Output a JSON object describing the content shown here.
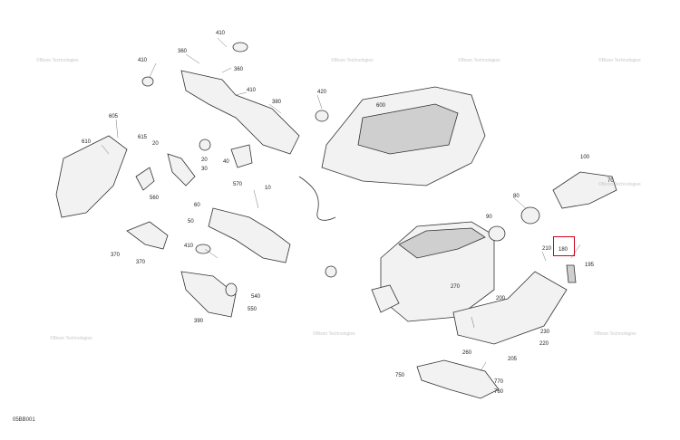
{
  "colors": {
    "line": "#333333",
    "fill": "#f2f2f2",
    "shade": "#cfcfcf",
    "highlight": "#d0021b",
    "watermark": "#c8c8c8"
  },
  "diagram_code": "05BB001",
  "highlighted_part": "180",
  "watermark_text": "©Bison Technologies",
  "part_labels": {
    "p410a": "410",
    "p410b": "410",
    "p360a": "360",
    "p360b": "360",
    "p410c": "410",
    "p380": "380",
    "p420": "420",
    "p600": "600",
    "p605": "605",
    "p610": "610",
    "p615": "615",
    "p20a": "20",
    "p20b": "20",
    "p30": "30",
    "p40": "40",
    "p560": "560",
    "p570": "570",
    "p10": "10",
    "p50": "50",
    "p60": "60",
    "p410d": "410",
    "p370a": "370",
    "p370b": "370",
    "p540": "540",
    "p550": "550",
    "p390": "390",
    "p100": "100",
    "p70": "70",
    "p80": "80",
    "p90": "90",
    "p210": "210",
    "p180": "180",
    "p195": "195",
    "p270": "270",
    "p200": "200",
    "p230": "230",
    "p220": "220",
    "p260": "260",
    "p205": "205",
    "p750": "750",
    "p770": "770",
    "p760": "760"
  }
}
